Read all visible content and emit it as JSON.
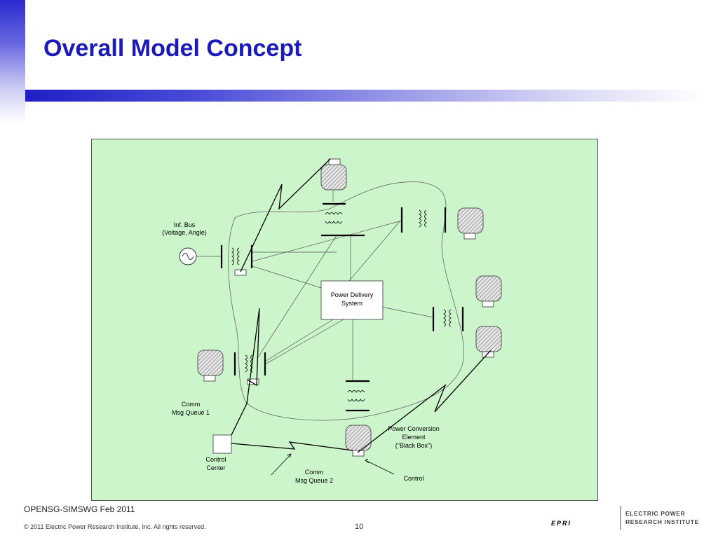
{
  "slide": {
    "title": "Overall Model Concept"
  },
  "diagram": {
    "inf_bus": {
      "line1": "Inf. Bus",
      "line2": "(Voltage, Angle)"
    },
    "power_delivery": {
      "line1": "Power Delivery",
      "line2": "System"
    },
    "comm1": {
      "line1": "Comm",
      "line2": "Msg Queue 1"
    },
    "comm2": {
      "line1": "Comm",
      "line2": "Msg Queue 2"
    },
    "control_center": {
      "line1": "Control",
      "line2": "Center"
    },
    "power_conversion": {
      "line1": "Power Conversion",
      "line2": "Element",
      "line3": "(\"Black Box\")"
    },
    "control": "Control"
  },
  "footer": {
    "event": "OPENSG-SIMSWG Feb 2011",
    "copyright": "© 2011 Electric Power Research Institute, Inc. All rights reserved.",
    "page": "10"
  },
  "logo": {
    "wordmark": "EPRI",
    "tagline1": "ELECTRIC POWER",
    "tagline2": "RESEARCH INSTITUTE"
  },
  "colors": {
    "title": "#1a1ab8",
    "panel": "#ccf5cc",
    "logo": "#1a4fa0"
  }
}
